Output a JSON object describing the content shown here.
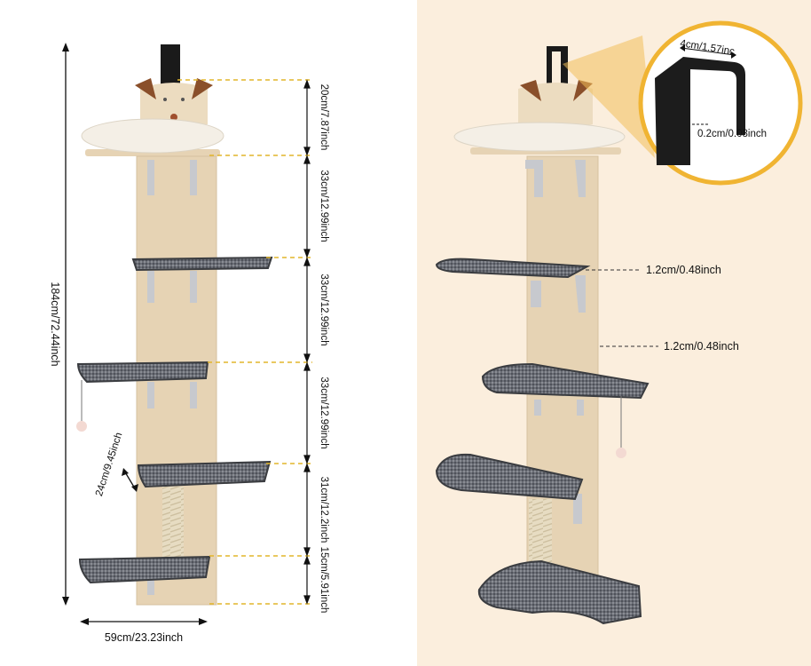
{
  "dimensions": {
    "total_height": "184cm/72.44inch",
    "width": "59cm/23.23inch",
    "platform_depth": "24cm/9.45inch",
    "gap_1": "20cm/7.87inch",
    "gap_2": "33cm/12.99inch",
    "gap_3": "33cm/12.99inch",
    "gap_4": "33cm/12.99inch",
    "gap_5": "31cm/12.2inch",
    "gap_6": "15cm/5.91inch",
    "hook_width": "4cm/1.57inc",
    "hook_thickness": "0.2cm/0.08inch",
    "step_thickness": "1.2cm/0.48inch",
    "board_thickness": "1.2cm/0.48inch"
  },
  "colors": {
    "right_background": "#fbeedd",
    "wood": "#e6d3b4",
    "carpet": "#5b5e66",
    "guide_line": "#e2b52b",
    "hook": "#1a1a1a"
  }
}
